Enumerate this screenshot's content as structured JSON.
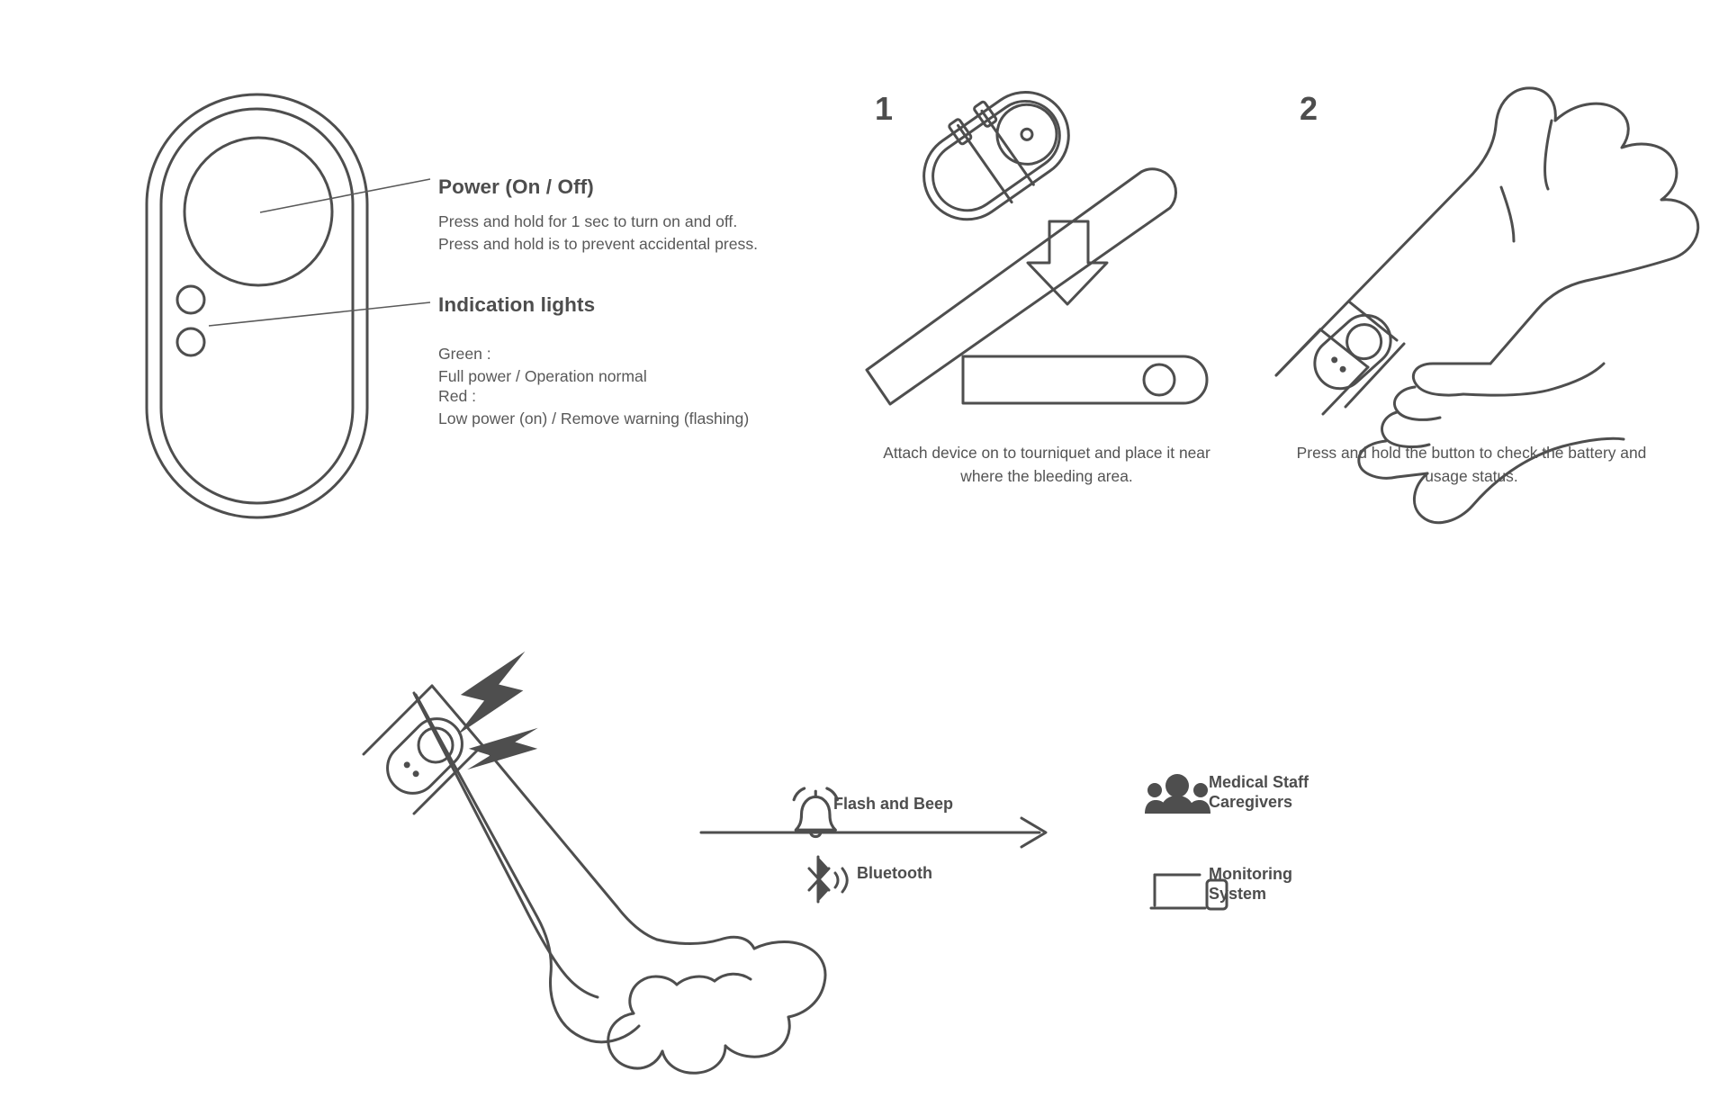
{
  "device_callouts": {
    "power": {
      "heading": "Power (On / Off)",
      "lines": [
        "Press and hold for 1 sec to turn on and off.",
        "Press and hold is to prevent accidental press."
      ]
    },
    "indication": {
      "heading": "Indication lights",
      "green_title": "Green :",
      "green_desc": "Full power / Operation normal",
      "red_title": "Red :",
      "red_desc": "Low power (on) / Remove warning (flashing)"
    }
  },
  "steps": [
    {
      "number": "1",
      "caption": "Attach device on to tourniquet and place it near where the bleeding area."
    },
    {
      "number": "2",
      "caption": "Press and hold the button to check the battery and usage status."
    }
  ],
  "alert_flow": {
    "channels": [
      {
        "icon": "bell-ringing-icon",
        "label": "Flash and Beep"
      },
      {
        "icon": "bluetooth-icon",
        "label": "Bluetooth"
      }
    ],
    "destinations": [
      {
        "icon": "people-group-icon",
        "line1": "Medical Staff",
        "line2": "Caregivers"
      },
      {
        "icon": "laptop-phone-icon",
        "line1": "Monitoring",
        "line2": "System"
      }
    ]
  },
  "colors": {
    "stroke": "#4e4e4e",
    "heading_text": "#4d4d4d",
    "body_text": "#585858",
    "background": "#ffffff"
  },
  "icons": {
    "device_power_button": "circle-button-icon",
    "device_led_top": "led-indicator-icon",
    "device_led_bottom": "led-indicator-icon",
    "attach_arrow": "arrow-down-icon",
    "flow_arrow": "arrow-right-icon",
    "alert_bolt_large": "lightning-bolt-icon",
    "alert_bolt_small": "lightning-bolt-icon"
  }
}
